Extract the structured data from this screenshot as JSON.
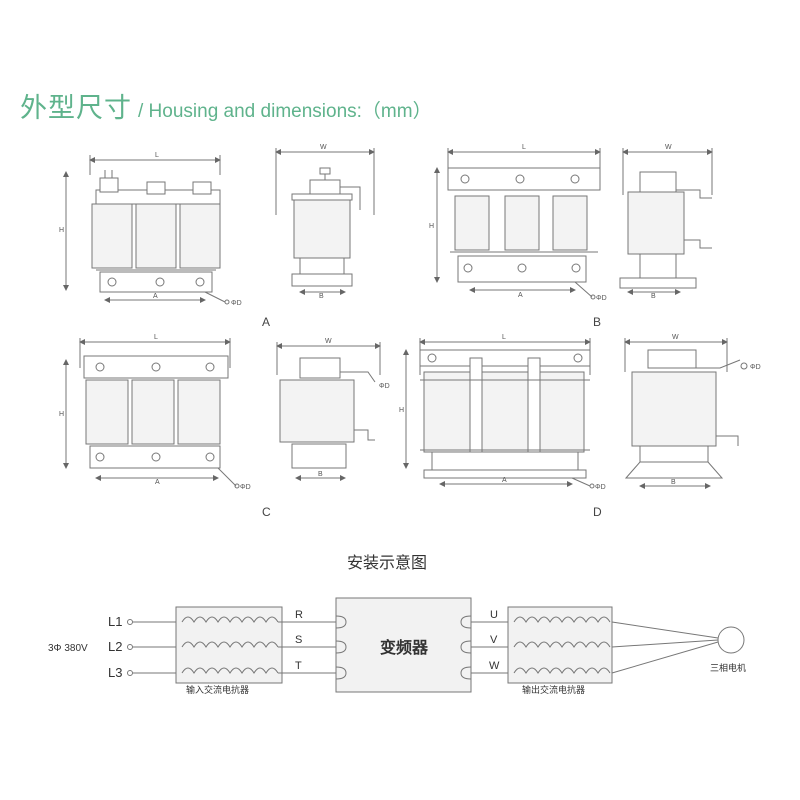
{
  "header": {
    "title_cn": "外型尺寸",
    "title_en": "/ Housing and dimensions:（mm）"
  },
  "drawings": {
    "dims": {
      "L": "L",
      "W": "W",
      "H": "H",
      "A": "A",
      "B": "B",
      "D": "ΦD"
    },
    "labels": {
      "a": "A",
      "b": "B",
      "c": "C",
      "d": "D"
    }
  },
  "wiring": {
    "title": "安装示意图",
    "supply": "3Φ  380V",
    "lines": [
      "L1",
      "L2",
      "L3"
    ],
    "input_terminals": [
      "R",
      "S",
      "T"
    ],
    "output_terminals": [
      "U",
      "V",
      "W"
    ],
    "vfd_label": "变频器",
    "input_reactor_label": "输入交流电抗器",
    "output_reactor_label": "输出交流电抗器",
    "motor_label": "三相电机"
  }
}
